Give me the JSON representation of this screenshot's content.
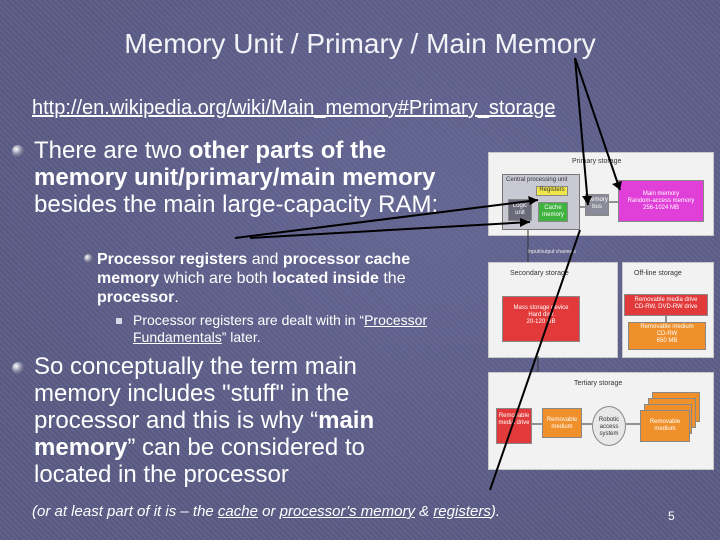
{
  "slide": {
    "title": "Memory Unit / Primary / Main Memory",
    "url": "http://en.wikipedia.org/wiki/Main_memory#Primary_storage",
    "bullet1": {
      "a": "There are two ",
      "b": "other parts of the memory unit/primary/main memory",
      "c": " besides the main large-capacity RAM:"
    },
    "sub1": {
      "a": "Processor registers",
      "b": " and ",
      "c": "processor cache memory",
      "d": " which are both ",
      "e": "located inside",
      "f": " the ",
      "g": "processor",
      "h": "."
    },
    "subsub1": {
      "a": "Processor registers are dealt with in “",
      "link": "Processor Fundamentals",
      "b": "” later."
    },
    "bullet2": {
      "a": "So conceptually the term main memory includes \"stuff\" in the processor and this is why “",
      "b": "main memory",
      "c": "” can be considered to located in the processor"
    },
    "footer": {
      "a": "(or at least part of it is – the ",
      "cache": "cache",
      "b": " or ",
      "pmem": "processor’s memory",
      "c": " & ",
      "reg": "registers",
      "d": ")."
    },
    "page_number": "5"
  },
  "diagram": {
    "primary_label": "Primary storage",
    "cpu_label": "Central processing unit",
    "registers": "Registers",
    "logic_unit": "Logic unit",
    "cache": "Cache memory",
    "memory_bus": "Memory bus",
    "main_memory": "Main memory",
    "main_memory_sub": "Random-access memory",
    "main_memory_size": "256-1024 MB",
    "io_channels": "Input/output channels",
    "secondary_label": "Secondary storage",
    "mass_storage": "Mass storage device",
    "hard_disk": "Hard disk",
    "hard_disk_size": "20-120 GB",
    "offline_label": "Off-line storage",
    "removable_drive": "Removable media drive",
    "removable_drive_sub": "CD-RW, DVD-RW drive",
    "removable_medium": "Removable medium",
    "removable_medium_sub": "CD-RW",
    "removable_medium_size": "650 MB",
    "tertiary_label": "Tertiary storage",
    "t_drive": "Removable media drive",
    "t_medium": "Removable medium",
    "robotic": "Robotic access system",
    "t_medium2": "Removable medium"
  }
}
